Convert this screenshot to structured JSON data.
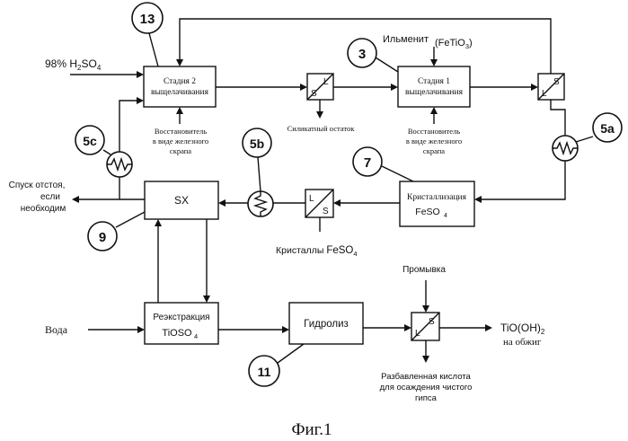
{
  "diagram": {
    "figure_caption": "Фиг.1",
    "markers": {
      "m13": "13",
      "m3": "3",
      "m5c": "5c",
      "m5b": "5b",
      "m5a": "5a",
      "m7": "7",
      "m9": "9",
      "m11": "11"
    },
    "boxes": {
      "stage2_line1": "Стадия 2",
      "stage2_line2": "выщелачивания",
      "stage1_line1": "Стадия 1",
      "stage1_line2": "выщелачивания",
      "crystallization": "Кристаллизация",
      "crystallization_formula": "FeSO",
      "crystallization_sub": "4",
      "sx": "SX",
      "reextraction": "Реэкстракция",
      "reextraction_formula": "TiOSO",
      "reextraction_sub": "4",
      "hydrolysis": "Гидролиз"
    },
    "separators": {
      "s": "S",
      "l": "L"
    },
    "labels": {
      "acid_prefix": "98% H",
      "acid_sub2": "2",
      "acid_mid": "SO",
      "acid_sub4": "4",
      "ilmenite": "Ильменит",
      "ilmenite_formula_open": "(FeTiO",
      "ilmenite_sub": "3",
      "ilmenite_formula_close": ")",
      "reductant_left_1": "Восстановитель",
      "reductant_left_2": "в виде железного",
      "reductant_left_3": "скрапа",
      "silicate_residue": "Силикатный остаток",
      "reductant_right_1": "Восстановитель",
      "reductant_right_2": "в виде железного",
      "reductant_right_3": "скрапа",
      "sludge_1": "Спуск отстоя,",
      "sludge_2": "если",
      "sludge_3": "необходим",
      "crystals_prefix": "Кристаллы ",
      "crystals_formula": "FeSO",
      "crystals_sub": "4",
      "water": "Вода",
      "washing": "Промывка",
      "tio_formula": "TiO(OH)",
      "tio_sub": "2",
      "tio_note": "на обжиг",
      "dilute_1": "Разбавленная кислота",
      "dilute_2": "для осаждения чистого",
      "dilute_3": "гипса"
    }
  }
}
